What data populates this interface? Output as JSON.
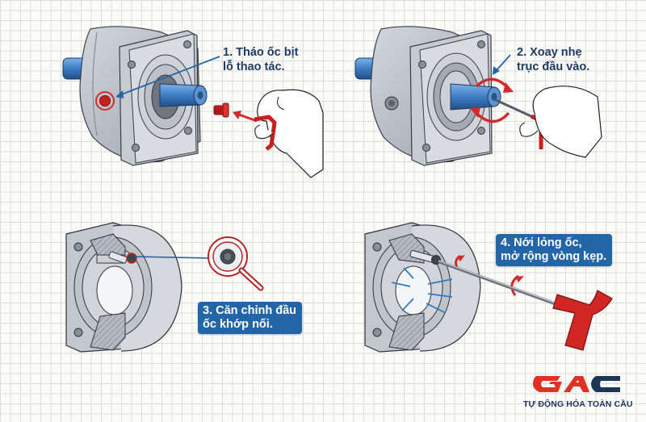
{
  "steps": [
    {
      "number": 1,
      "line1": "1. Tháo ốc bịt",
      "line2": "lỗ thao tác.",
      "style": "plain"
    },
    {
      "number": 2,
      "line1": "2. Xoay nhẹ",
      "line2": "trục đầu vào.",
      "style": "plain"
    },
    {
      "number": 3,
      "line1": "3. Căn chỉnh đầu",
      "line2": "ốc khớp nối.",
      "style": "boxed"
    },
    {
      "number": 4,
      "line1": "4. Nới lỏng ốc,",
      "line2": "mở rộng vòng kẹp.",
      "style": "boxed"
    }
  ],
  "logo": {
    "letters": [
      "G",
      "A",
      "C"
    ],
    "tagline": "TỰ ĐỘNG HÓA TOÀN CẦU"
  },
  "colors": {
    "accent_blue": "#2366a8",
    "caption_text": "#1f3a63",
    "highlight_red": "#d42a2a",
    "metal_gray": "#b9bec6",
    "shaft_blue": "#3d7cc4",
    "logo_red": "#e03127",
    "logo_navy": "#1d3557"
  }
}
